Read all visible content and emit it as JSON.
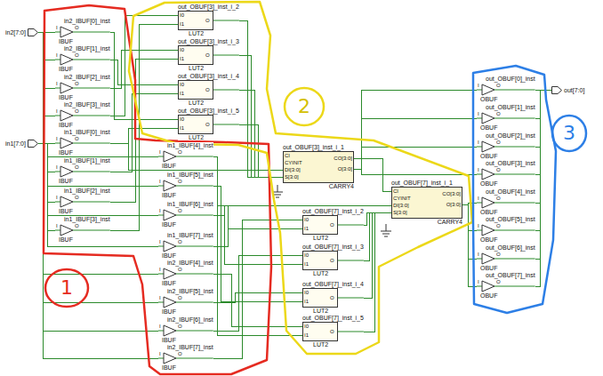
{
  "diagram": {
    "nodes": [
      {
        "text": [
          "in2[7:0]"
        ]
      },
      {
        "text": [
          "in1[7:0]"
        ]
      },
      {
        "text": [
          "in2_IBUF[0]_inst",
          "I",
          "O",
          "IBUF"
        ]
      },
      {
        "text": [
          "in2_IBUF[1]_inst",
          "I",
          "O",
          "IBUF"
        ]
      },
      {
        "text": [
          "in2_IBUF[2]_inst",
          "I",
          "O",
          "IBUF"
        ]
      },
      {
        "text": [
          "in2_IBUF[3]_inst",
          "I",
          "O",
          "IBUF"
        ]
      },
      {
        "text": [
          "in1_IBUF[0]_inst",
          "I",
          "O",
          "IBUF"
        ]
      },
      {
        "text": [
          "in1_IBUF[1]_inst",
          "I",
          "O",
          "IBUF"
        ]
      },
      {
        "text": [
          "in1_IBUF[2]_inst",
          "I",
          "O",
          "IBUF"
        ]
      },
      {
        "text": [
          "in1_IBUF[3]_inst",
          "I",
          "O",
          "IBUF"
        ]
      },
      {
        "text": [
          "out_OBUF[3]_inst_i_2",
          "I0",
          "I1",
          "O",
          "LUT2"
        ]
      },
      {
        "text": [
          "out_OBUF[3]_inst_i_3",
          "I0",
          "I1",
          "O",
          "LUT2"
        ]
      },
      {
        "text": [
          "out_OBUF[3]_inst_i_4",
          "I0",
          "I1",
          "O",
          "LUT2"
        ]
      },
      {
        "text": [
          "out_OBUF[3]_inst_i_5",
          "I0",
          "I1",
          "O",
          "LUT2"
        ]
      },
      {
        "text": [
          "in1_IBUF[4]_inst",
          "I",
          "O",
          "IBUF"
        ]
      },
      {
        "text": [
          "in1_IBUF[5]_inst",
          "I",
          "O",
          "IBUF"
        ]
      },
      {
        "text": [
          "in1_IBUF[6]_inst",
          "I",
          "O",
          "IBUF"
        ]
      },
      {
        "text": [
          "in1_IBUF[7]_inst",
          "I",
          "O",
          "IBUF"
        ]
      },
      {
        "text": [
          "in2_IBUF[4]_inst",
          "I",
          "O",
          "IBUF"
        ]
      },
      {
        "text": [
          "in2_IBUF[5]_inst",
          "I",
          "O",
          "IBUF"
        ]
      },
      {
        "text": [
          "in2_IBUF[6]_inst",
          "I",
          "O",
          "IBUF"
        ]
      },
      {
        "text": [
          "in2_IBUF[7]_inst",
          "I",
          "O",
          "IBUF"
        ]
      },
      {
        "text": [
          "out_OBUF[3]_inst_i_1",
          "CI",
          "CYINIT",
          "DI[3:0]",
          "S[3:0]",
          "CO[3:0]",
          "O[3:0]",
          "CARRY4"
        ]
      },
      {
        "text": [
          "out_OBUF[7]_inst_i_1",
          "CI",
          "CYINIT",
          "DI[3:0]",
          "S[3:0]",
          "CO[3:0]",
          "O[3:0]",
          "CARRY4"
        ]
      },
      {
        "text": [
          "out_OBUF[7]_inst_i_2",
          "I0",
          "I1",
          "O",
          "LUT2"
        ]
      },
      {
        "text": [
          "out_OBUF[7]_inst_i_3",
          "I0",
          "I1",
          "O",
          "LUT2"
        ]
      },
      {
        "text": [
          "out_OBUF[7]_inst_i_4",
          "I0",
          "I1",
          "O",
          "LUT2"
        ]
      },
      {
        "text": [
          "out_OBUF[7]_inst_i_5",
          "I0",
          "I1",
          "O",
          "LUT2"
        ]
      },
      {
        "text": [
          "out_OBUF[0]_inst",
          "I",
          "O",
          "OBUF"
        ]
      },
      {
        "text": [
          "out_OBUF[1]_inst",
          "I",
          "O",
          "OBUF"
        ]
      },
      {
        "text": [
          "out_OBUF[2]_inst",
          "I",
          "O",
          "OBUF"
        ]
      },
      {
        "text": [
          "out_OBUF[3]_inst",
          "I",
          "O",
          "OBUF"
        ]
      },
      {
        "text": [
          "out_OBUF[4]_inst",
          "I",
          "O",
          "OBUF"
        ]
      },
      {
        "text": [
          "out_OBUF[5]_inst",
          "I",
          "O",
          "OBUF"
        ]
      },
      {
        "text": [
          "out_OBUF[6]_inst",
          "I",
          "O",
          "OBUF"
        ]
      },
      {
        "text": [
          "out_OBUF[7]_inst",
          "I",
          "O",
          "OBUF"
        ]
      },
      {
        "text": [
          "out[7:0]"
        ]
      }
    ],
    "edges": [
      {
        "from": 0,
        "to": 2,
        "arrow": "none"
      },
      {
        "from": 0,
        "to": 3,
        "arrow": "none"
      },
      {
        "from": 0,
        "to": 4,
        "arrow": "none"
      },
      {
        "from": 0,
        "to": 5,
        "arrow": "none"
      },
      {
        "from": 0,
        "to": 18,
        "arrow": "none"
      },
      {
        "from": 0,
        "to": 19,
        "arrow": "none"
      },
      {
        "from": 0,
        "to": 20,
        "arrow": "none"
      },
      {
        "from": 0,
        "to": 21,
        "arrow": "none"
      },
      {
        "from": 1,
        "to": 6,
        "arrow": "none"
      },
      {
        "from": 1,
        "to": 7,
        "arrow": "none"
      },
      {
        "from": 1,
        "to": 8,
        "arrow": "none"
      },
      {
        "from": 1,
        "to": 9,
        "arrow": "none"
      },
      {
        "from": 1,
        "to": 14,
        "arrow": "none"
      },
      {
        "from": 1,
        "to": 15,
        "arrow": "none"
      },
      {
        "from": 1,
        "to": 16,
        "arrow": "none"
      },
      {
        "from": 1,
        "to": 17,
        "arrow": "none"
      },
      {
        "from": 2,
        "to": 13,
        "arrow": "none"
      },
      {
        "from": 6,
        "to": 13,
        "arrow": "none"
      },
      {
        "from": 6,
        "to": 22,
        "arrow": "none"
      },
      {
        "from": 3,
        "to": 12,
        "arrow": "none"
      },
      {
        "from": 7,
        "to": 12,
        "arrow": "none"
      },
      {
        "from": 7,
        "to": 22,
        "arrow": "none"
      },
      {
        "from": 4,
        "to": 11,
        "arrow": "none"
      },
      {
        "from": 8,
        "to": 11,
        "arrow": "none"
      },
      {
        "from": 8,
        "to": 22,
        "arrow": "none"
      },
      {
        "from": 5,
        "to": 10,
        "arrow": "none"
      },
      {
        "from": 9,
        "to": 10,
        "arrow": "none"
      },
      {
        "from": 9,
        "to": 22,
        "arrow": "none"
      },
      {
        "from": 18,
        "to": 27,
        "arrow": "none"
      },
      {
        "from": 14,
        "to": 27,
        "arrow": "none"
      },
      {
        "from": 14,
        "to": 23,
        "arrow": "none"
      },
      {
        "from": 19,
        "to": 26,
        "arrow": "none"
      },
      {
        "from": 15,
        "to": 26,
        "arrow": "none"
      },
      {
        "from": 15,
        "to": 23,
        "arrow": "none"
      },
      {
        "from": 20,
        "to": 25,
        "arrow": "none"
      },
      {
        "from": 16,
        "to": 25,
        "arrow": "none"
      },
      {
        "from": 16,
        "to": 23,
        "arrow": "none"
      },
      {
        "from": 21,
        "to": 24,
        "arrow": "none"
      },
      {
        "from": 17,
        "to": 24,
        "arrow": "none"
      },
      {
        "from": 17,
        "to": 23,
        "arrow": "none"
      },
      {
        "from": 10,
        "to": 22,
        "arrow": "none"
      },
      {
        "from": 11,
        "to": 22,
        "arrow": "none"
      },
      {
        "from": 12,
        "to": 22,
        "arrow": "none"
      },
      {
        "from": 13,
        "to": 22,
        "arrow": "none"
      },
      {
        "from": 24,
        "to": 23,
        "arrow": "none"
      },
      {
        "from": 25,
        "to": 23,
        "arrow": "none"
      },
      {
        "from": 26,
        "to": 23,
        "arrow": "none"
      },
      {
        "from": 27,
        "to": 23,
        "arrow": "none"
      },
      {
        "from": 22,
        "to": 23,
        "arrow": "none"
      },
      {
        "from": 22,
        "to": 28,
        "arrow": "none"
      },
      {
        "from": 22,
        "to": 29,
        "arrow": "none"
      },
      {
        "from": 22,
        "to": 30,
        "arrow": "none"
      },
      {
        "from": 22,
        "to": 31,
        "arrow": "none"
      },
      {
        "from": 23,
        "to": 32,
        "arrow": "none"
      },
      {
        "from": 23,
        "to": 33,
        "arrow": "none"
      },
      {
        "from": 23,
        "to": 34,
        "arrow": "none"
      },
      {
        "from": 23,
        "to": 35,
        "arrow": "none"
      },
      {
        "from": 28,
        "to": 36,
        "arrow": "none"
      },
      {
        "from": 29,
        "to": 36,
        "arrow": "none"
      },
      {
        "from": 30,
        "to": 36,
        "arrow": "none"
      },
      {
        "from": 31,
        "to": 36,
        "arrow": "none"
      },
      {
        "from": 32,
        "to": 36,
        "arrow": "none"
      },
      {
        "from": 33,
        "to": 36,
        "arrow": "none"
      },
      {
        "from": 34,
        "to": 36,
        "arrow": "none"
      },
      {
        "from": 35,
        "to": 36,
        "arrow": "none"
      }
    ],
    "labels": [
      "1",
      "2",
      "3"
    ]
  }
}
